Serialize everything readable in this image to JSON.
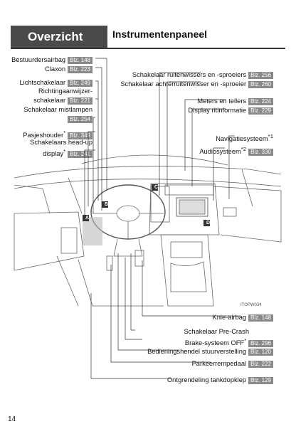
{
  "header": {
    "section": "Overzicht",
    "title": "Instrumentenpaneel"
  },
  "labels": {
    "bestuurdersairbag": "Bestuurdersairbag",
    "bestuurdersairbag_ref": "Blz. 148",
    "claxon": "Claxon",
    "claxon_ref": "Blz. 223",
    "lichtschakelaar": "Lichtschakelaar",
    "lichtschakelaar_ref": "Blz. 249",
    "richting1": "Richtingaanwijzer-",
    "richting2": "schakelaar",
    "richting_ref": "Blz. 221",
    "mistlampen": "Schakelaar mistlampen",
    "mistlampen_ref": "Blz. 254",
    "pasjeshouder": "Pasjeshouder",
    "pasjeshouder_mark": "*",
    "pasjeshouder_ref": "Blz. 349",
    "headup1": "Schakelaars head-up",
    "headup2": "display",
    "headup_mark": "*",
    "headup_ref": "Blz. 241",
    "ruitenwissers": "Schakelaar ruitenwissers en -sproeiers",
    "ruitenwissers_ref": "Blz. 256",
    "achterruit": "Schakelaar achterruitenwisser en -sproeier",
    "achterruit_ref": "Blz. 260",
    "meters": "Meters en tellers",
    "meters_ref": "Blz. 224",
    "ritinformatie": "Display ritinformatie",
    "ritinformatie_ref": "Blz. 229",
    "navigatie": "Navigatiesysteem",
    "navigatie_mark": "*1",
    "audio": "Audiosysteem",
    "audio_mark": "*2",
    "audio_ref": "Blz. 330",
    "knieairbag": "Knie-airbag",
    "knieairbag_ref": "Blz. 148",
    "precrash1": "Schakelaar Pre-Crash",
    "precrash2": "Brake-systeem OFF",
    "precrash_mark": "*",
    "precrash_ref": "Blz. 296",
    "stuurverstelling": "Bedieningshendel stuurverstelling",
    "stuurverstelling_ref": "Blz. 120",
    "parkeerrem": "Parkeerrempedaal",
    "parkeerrem_ref": "Blz. 222",
    "tankdop": "Ontgrendeling tankdopklep",
    "tankdop_ref": "Blz. 129"
  },
  "image_code": "ITOPW034",
  "markers": [
    "A",
    "B",
    "C",
    "D"
  ],
  "page_number": "14"
}
